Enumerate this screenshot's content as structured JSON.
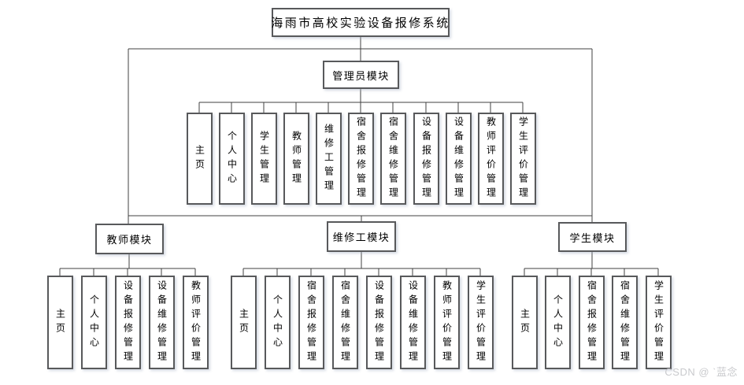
{
  "diagram": {
    "title": "海雨市高校实验设备报修系统",
    "modules": {
      "admin": {
        "label": "管理员模块",
        "children": [
          "主页",
          "个人中心",
          "学生管理",
          "教师管理",
          "维修工管理",
          "宿舍报修管理",
          "宿舍维修管理",
          "设备报修管理",
          "设备维修管理",
          "教师评价管理",
          "学生评价管理"
        ]
      },
      "teacher": {
        "label": "教师模块",
        "children": [
          "主页",
          "个人中心",
          "设备报修管理",
          "设备维修管理",
          "教师评价管理"
        ]
      },
      "repairman": {
        "label": "维修工模块",
        "children": [
          "主页",
          "个人中心",
          "宿舍报修管理",
          "宿舍维修管理",
          "设备报修管理",
          "设备维修管理",
          "教师评价管理",
          "学生评价管理"
        ]
      },
      "student": {
        "label": "学生模块",
        "children": [
          "主页",
          "个人中心",
          "宿舍报修管理",
          "宿舍维修管理",
          "学生评价管理"
        ]
      }
    }
  },
  "watermark": "CSDN @ ˋ蓝念",
  "colors": {
    "box_border": "#58595b",
    "connector_line": "#404040",
    "text": "#000000",
    "watermark": "#c9cacd"
  }
}
